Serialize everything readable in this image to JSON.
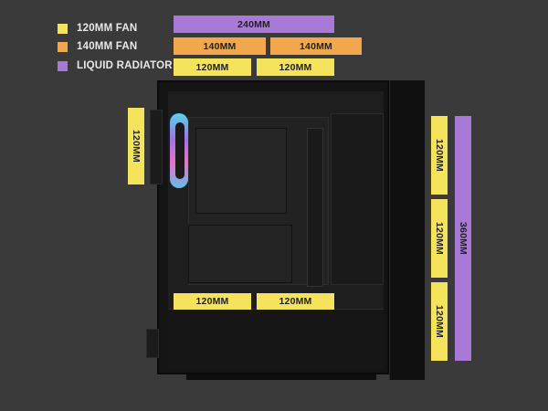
{
  "legend": [
    {
      "label": "120MM FAN",
      "color": "#f5e35c"
    },
    {
      "label": "140MM FAN",
      "color": "#f2a74c"
    },
    {
      "label": "LIQUID RADIATOR",
      "color": "#a979d8"
    }
  ],
  "tags": {
    "top_radiator": "240MM",
    "top_fan_140_a": "140MM",
    "top_fan_140_b": "140MM",
    "top_fan_120_a": "120MM",
    "top_fan_120_b": "120MM",
    "rear_fan": "120MM",
    "bottom_fan_a": "120MM",
    "bottom_fan_b": "120MM",
    "front_fan_1": "120MM",
    "front_fan_2": "120MM",
    "front_fan_3": "120MM",
    "front_radiator": "360MM"
  }
}
